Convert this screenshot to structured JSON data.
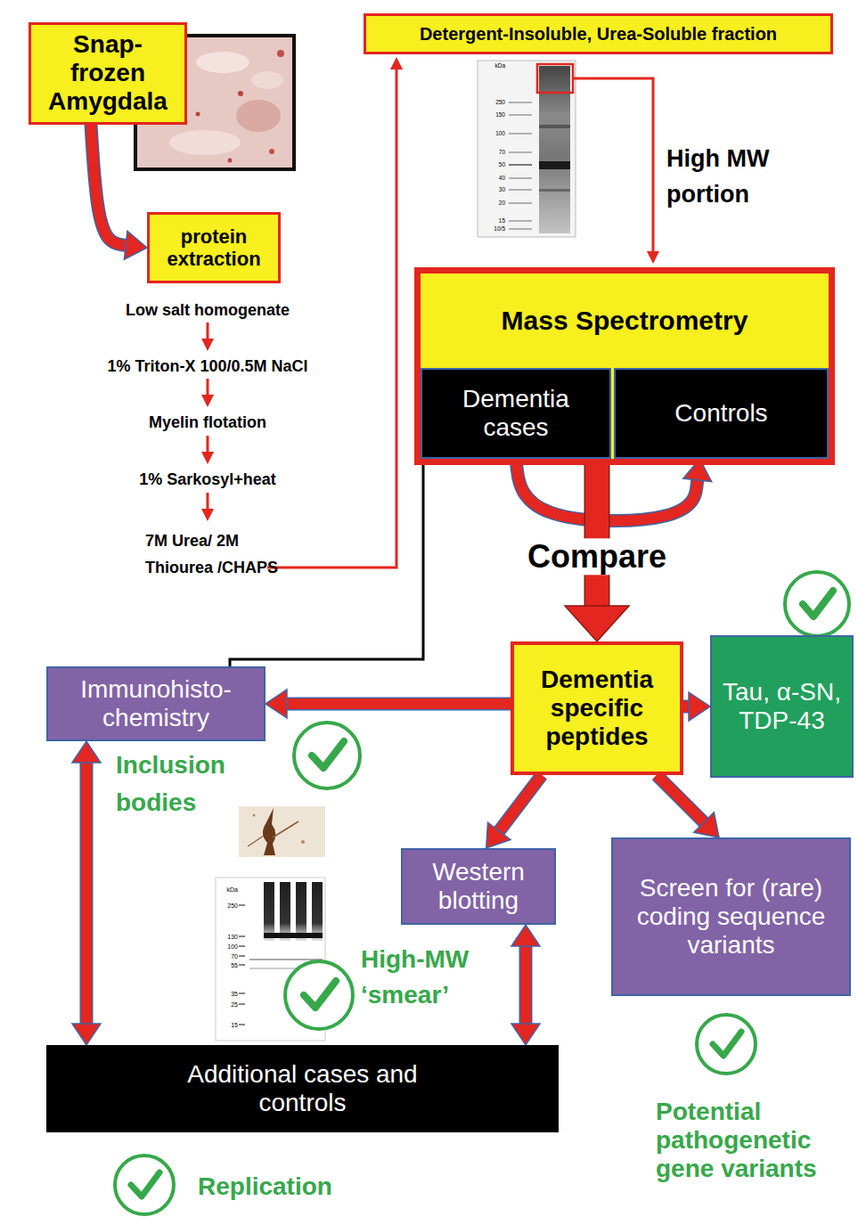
{
  "diagram": {
    "nodes": [
      {
        "text": [
          "Snap-frozen Amygdala"
        ]
      },
      {
        "text": [
          "protein extraction"
        ]
      },
      {
        "text": [
          "Detergent-Insoluble, Urea-Soluble fraction"
        ]
      },
      {
        "text": [
          "Mass Spectrometry"
        ]
      },
      {
        "text": [
          "Dementia cases"
        ],
        "in": 3
      },
      {
        "text": [
          "Controls"
        ],
        "in": 3
      },
      {
        "text": [
          "Dementia specific peptides"
        ]
      },
      {
        "text": [
          "Tau, α-SN, TDP-43"
        ]
      },
      {
        "text": [
          "Immunohisto- chemistry"
        ]
      },
      {
        "text": [
          "Western blotting"
        ]
      },
      {
        "text": [
          "Screen for (rare) coding sequence variants"
        ]
      },
      {
        "text": [
          "Additional cases and controls"
        ]
      }
    ],
    "edges": [
      {
        "from": 0,
        "to": 1,
        "arrow": "to"
      },
      {
        "from": 4,
        "to": 5,
        "arrow": "to"
      },
      {
        "from": 3,
        "to": 6,
        "arrow": "to",
        "label": "Compare"
      },
      {
        "from": 3,
        "to": 8,
        "arrow": "none"
      },
      {
        "from": 6,
        "to": 8,
        "arrow": "to"
      },
      {
        "from": 6,
        "to": 7,
        "arrow": "to"
      },
      {
        "from": 6,
        "to": 9,
        "arrow": "to"
      },
      {
        "from": 6,
        "to": 10,
        "arrow": "to"
      },
      {
        "from": 8,
        "to": 11,
        "arrow": "both"
      },
      {
        "from": 9,
        "to": 11,
        "arrow": "both"
      }
    ],
    "labels": [
      "Low salt homogenate",
      "1% Triton-X 100/0.5M NaCl",
      "Myelin flotation",
      "1% Sarkosyl+heat",
      "7M Urea/ 2M Thiourea /CHAPS",
      "kDa",
      "250",
      "150",
      "100",
      "70",
      "50",
      "40",
      "30",
      "20",
      "15",
      "10/5",
      "High MW portion",
      "Inclusion bodies",
      "kDa",
      "250",
      "130",
      "100",
      "70",
      "55",
      "35",
      "25",
      "15",
      "High-MW ‘smear’",
      "Replication",
      "Potential pathogenetic gene variants"
    ]
  }
}
